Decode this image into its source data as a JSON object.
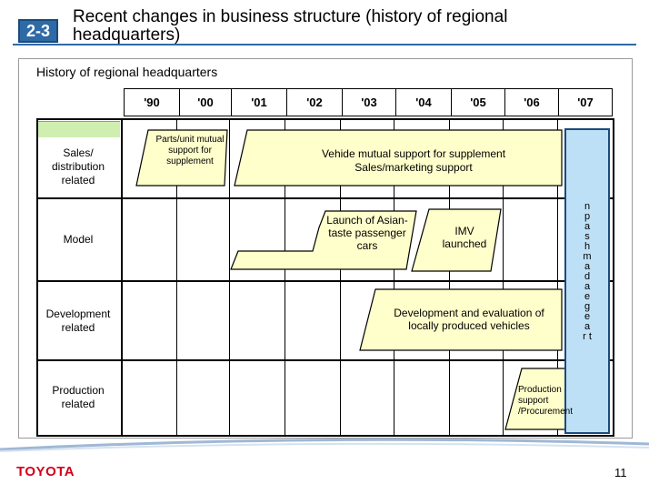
{
  "header": {
    "badge": "2-3",
    "title": "Recent changes in business structure (history of regional headquarters)"
  },
  "subtitle": "History of regional headquarters",
  "years": [
    "'90",
    "'00",
    "'01",
    "'02",
    "'03",
    "'04",
    "'05",
    "'06",
    "'07"
  ],
  "rows": [
    {
      "label": "Sales/ distribution related"
    },
    {
      "label": "Model"
    },
    {
      "label": "Development related"
    },
    {
      "label": "Production related"
    }
  ],
  "items": {
    "parts_unit": "Parts/unit mutual support for supplement",
    "vehicle_support_1": "Vehide mutual support for supplement",
    "vehicle_support_2": "Sales/marketing support",
    "asian_cars": "Launch of Asian-taste passenger cars",
    "imv": "IMV launched",
    "development": "Development and evaluation of locally produced vehicles",
    "production": "Production support /Procurement",
    "vertical_bar": "n p a s h m a d a e g e a r t"
  },
  "colors": {
    "bar_fill": "#ffffcc",
    "vertical_bar_fill": "#bde0f6",
    "badge": "#2e6aa6",
    "tab_green": "#cfeeb0",
    "toyota_red": "#d4001a"
  },
  "footer": {
    "brand": "TOYOTA",
    "page": "11"
  }
}
